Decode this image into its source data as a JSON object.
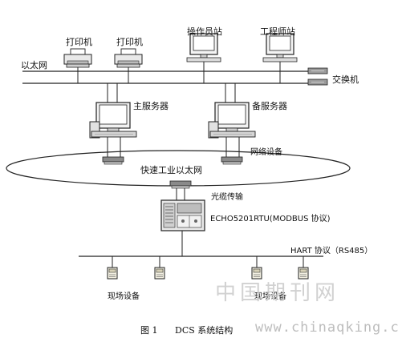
{
  "labels": {
    "ethernet": "以太网",
    "switch": "交换机",
    "printer_1": "打印机",
    "printer_2": "打印机",
    "operator_station": "操作员站",
    "engineer_station": "工程师站",
    "main_server": "主服务器",
    "backup_server": "备服务器",
    "network_device": "网络设备",
    "fast_industrial_ethernet": "快速工业以太网",
    "fiber_transmission": "光缆传输",
    "rtu": "ECHO5201RTU(MODBUS 协议)",
    "hart": "HART 协议（RS485）",
    "field_device_1": "现场设备",
    "field_device_2": "现场设备"
  },
  "caption": {
    "figure": "图 1",
    "title": "DCS 系统结构"
  },
  "watermark": {
    "cn": "中国期刊网",
    "url": "www.chinaqking.com"
  }
}
